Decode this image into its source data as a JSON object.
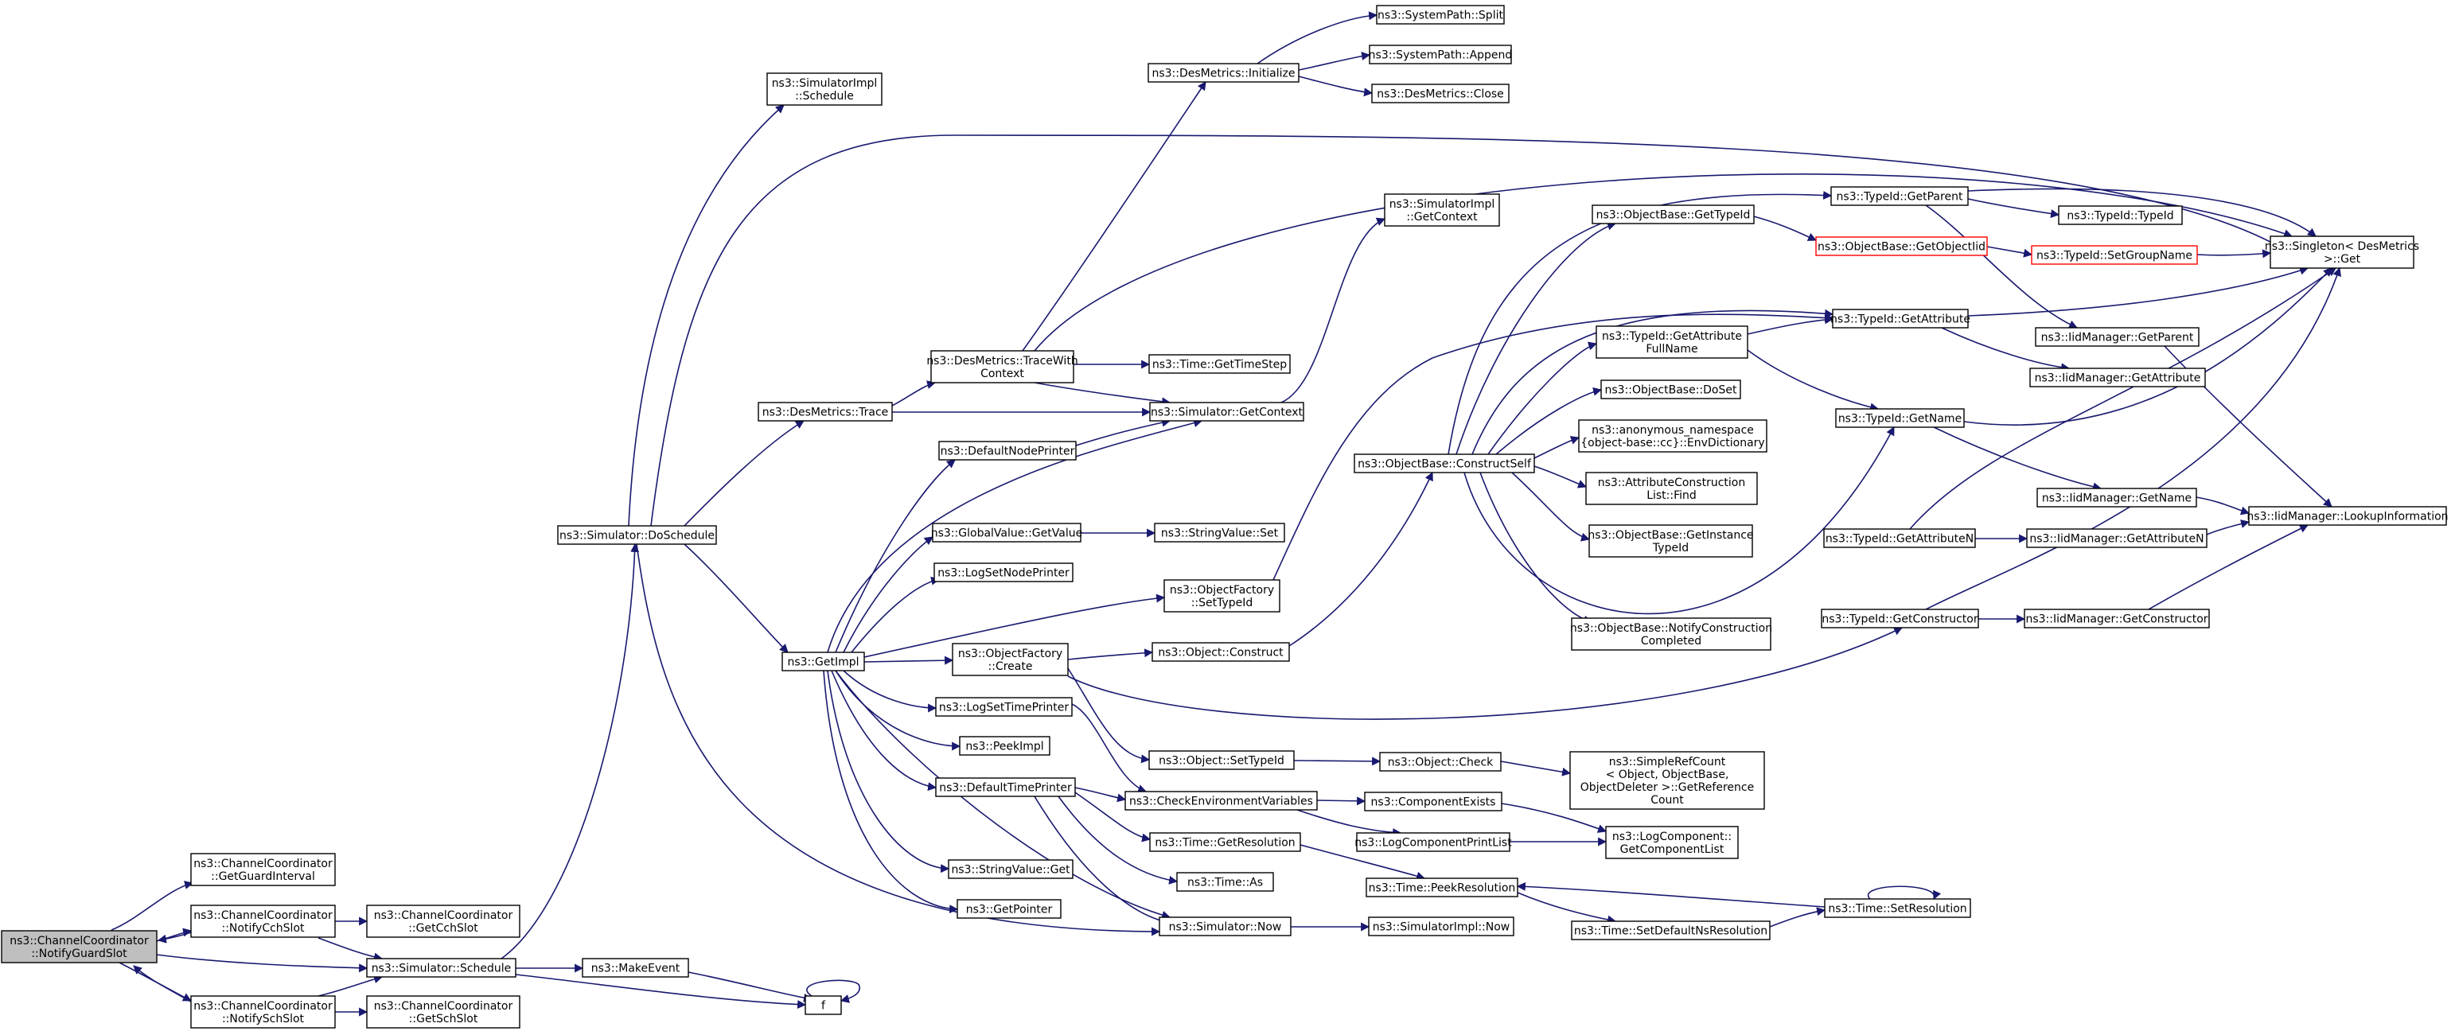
{
  "graph": {
    "title": "",
    "nodes": [
      {
        "id": "notifyGuardSlot",
        "lines": [
          "ns3::ChannelCoordinator",
          "::NotifyGuardSlot"
        ],
        "root": true
      },
      {
        "id": "getGuardInterval",
        "lines": [
          "ns3::ChannelCoordinator",
          "::GetGuardInterval"
        ]
      },
      {
        "id": "notifyCchSlot",
        "lines": [
          "ns3::ChannelCoordinator",
          "::NotifyCchSlot"
        ]
      },
      {
        "id": "getCchSlot",
        "lines": [
          "ns3::ChannelCoordinator",
          "::GetCchSlot"
        ]
      },
      {
        "id": "notifySchSlot",
        "lines": [
          "ns3::ChannelCoordinator",
          "::NotifySchSlot"
        ]
      },
      {
        "id": "getSchSlot",
        "lines": [
          "ns3::ChannelCoordinator",
          "::GetSchSlot"
        ]
      },
      {
        "id": "simSchedule",
        "lines": [
          "ns3::Simulator::Schedule"
        ]
      },
      {
        "id": "makeEvent",
        "lines": [
          "ns3::MakeEvent"
        ]
      },
      {
        "id": "f",
        "lines": [
          "f"
        ]
      },
      {
        "id": "simDoSchedule",
        "lines": [
          "ns3::Simulator::DoSchedule"
        ]
      },
      {
        "id": "simImplSchedule",
        "lines": [
          "ns3::SimulatorImpl",
          "::Schedule"
        ]
      },
      {
        "id": "desTrace",
        "lines": [
          "ns3::DesMetrics::Trace"
        ]
      },
      {
        "id": "getImpl",
        "lines": [
          "ns3::GetImpl"
        ]
      },
      {
        "id": "desInitialize",
        "lines": [
          "ns3::DesMetrics::Initialize"
        ]
      },
      {
        "id": "sysSplit",
        "lines": [
          "ns3::SystemPath::Split"
        ]
      },
      {
        "id": "sysAppend",
        "lines": [
          "ns3::SystemPath::Append"
        ]
      },
      {
        "id": "desClose",
        "lines": [
          "ns3::DesMetrics::Close"
        ]
      },
      {
        "id": "desTraceWithContext",
        "lines": [
          "ns3::DesMetrics::TraceWith",
          "Context"
        ]
      },
      {
        "id": "timeGetTimeStep",
        "lines": [
          "ns3::Time::GetTimeStep"
        ]
      },
      {
        "id": "simGetContext",
        "lines": [
          "ns3::Simulator::GetContext"
        ]
      },
      {
        "id": "simImplGetContext",
        "lines": [
          "ns3::SimulatorImpl",
          "::GetContext"
        ]
      },
      {
        "id": "defaultNodePrinter",
        "lines": [
          "ns3::DefaultNodePrinter"
        ]
      },
      {
        "id": "globalValueGetValue",
        "lines": [
          "ns3::GlobalValue::GetValue"
        ]
      },
      {
        "id": "stringValueSet",
        "lines": [
          "ns3::StringValue::Set"
        ]
      },
      {
        "id": "logSetNodePrinter",
        "lines": [
          "ns3::LogSetNodePrinter"
        ]
      },
      {
        "id": "objFactorySetTypeId",
        "lines": [
          "ns3::ObjectFactory",
          "::SetTypeId"
        ]
      },
      {
        "id": "objFactoryCreate",
        "lines": [
          "ns3::ObjectFactory",
          "::Create"
        ]
      },
      {
        "id": "objectConstruct",
        "lines": [
          "ns3::Object::Construct"
        ]
      },
      {
        "id": "logSetTimePrinter",
        "lines": [
          "ns3::LogSetTimePrinter"
        ]
      },
      {
        "id": "peekImpl",
        "lines": [
          "ns3::PeekImpl"
        ]
      },
      {
        "id": "objectSetTypeId",
        "lines": [
          "ns3::Object::SetTypeId"
        ]
      },
      {
        "id": "objectCheck",
        "lines": [
          "ns3::Object::Check"
        ]
      },
      {
        "id": "simpleRefCount",
        "lines": [
          "ns3::SimpleRefCount",
          "< Object, ObjectBase,",
          "ObjectDeleter >::GetReference",
          "Count"
        ]
      },
      {
        "id": "defaultTimePrinter",
        "lines": [
          "ns3::DefaultTimePrinter"
        ]
      },
      {
        "id": "checkEnvVars",
        "lines": [
          "ns3::CheckEnvironmentVariables"
        ]
      },
      {
        "id": "componentExists",
        "lines": [
          "ns3::ComponentExists"
        ]
      },
      {
        "id": "logComponentPrintList",
        "lines": [
          "ns3::LogComponentPrintList"
        ]
      },
      {
        "id": "logCompGetList",
        "lines": [
          "ns3::LogComponent::",
          "GetComponentList"
        ]
      },
      {
        "id": "timeGetResolution",
        "lines": [
          "ns3::Time::GetResolution"
        ]
      },
      {
        "id": "timeAs",
        "lines": [
          "ns3::Time::As"
        ]
      },
      {
        "id": "stringValueGet",
        "lines": [
          "ns3::StringValue::Get"
        ]
      },
      {
        "id": "getPointer",
        "lines": [
          "ns3::GetPointer"
        ]
      },
      {
        "id": "simNow",
        "lines": [
          "ns3::Simulator::Now"
        ]
      },
      {
        "id": "simImplNow",
        "lines": [
          "ns3::SimulatorImpl::Now"
        ]
      },
      {
        "id": "timePeekResolution",
        "lines": [
          "ns3::Time::PeekResolution"
        ]
      },
      {
        "id": "timeSetDefaultNs",
        "lines": [
          "ns3::Time::SetDefaultNsResolution"
        ]
      },
      {
        "id": "timeSetResolution",
        "lines": [
          "ns3::Time::SetResolution"
        ]
      },
      {
        "id": "objBaseConstructSelf",
        "lines": [
          "ns3::ObjectBase::ConstructSelf"
        ]
      },
      {
        "id": "objBaseGetTypeId",
        "lines": [
          "ns3::ObjectBase::GetTypeId"
        ]
      },
      {
        "id": "objBaseGetObjectIid",
        "lines": [
          "ns3::ObjectBase::GetObjectIid"
        ],
        "red": true
      },
      {
        "id": "typeIdGetAttrFullName",
        "lines": [
          "ns3::TypeId::GetAttribute",
          "FullName"
        ]
      },
      {
        "id": "objBaseDoSet",
        "lines": [
          "ns3::ObjectBase::DoSet"
        ]
      },
      {
        "id": "envDictionary",
        "lines": [
          "ns3::anonymous_namespace",
          "{object-base::cc}::EnvDictionary"
        ]
      },
      {
        "id": "attrConstructionFind",
        "lines": [
          "ns3::AttributeConstruction",
          "List::Find"
        ]
      },
      {
        "id": "objBaseGetInstanceTypeId",
        "lines": [
          "ns3::ObjectBase::GetInstance",
          "TypeId"
        ]
      },
      {
        "id": "objBaseNotifyConstruction",
        "lines": [
          "ns3::ObjectBase::NotifyConstruction",
          "Completed"
        ]
      },
      {
        "id": "typeIdGetParent",
        "lines": [
          "ns3::TypeId::GetParent"
        ]
      },
      {
        "id": "typeIdTypeId",
        "lines": [
          "ns3::TypeId::TypeId"
        ]
      },
      {
        "id": "typeIdSetGroupName",
        "lines": [
          "ns3::TypeId::SetGroupName"
        ],
        "red": true
      },
      {
        "id": "typeIdGetAttribute",
        "lines": [
          "ns3::TypeId::GetAttribute"
        ]
      },
      {
        "id": "iidGetParent",
        "lines": [
          "ns3::IidManager::GetParent"
        ]
      },
      {
        "id": "iidGetAttribute",
        "lines": [
          "ns3::IidManager::GetAttribute"
        ]
      },
      {
        "id": "typeIdGetName",
        "lines": [
          "ns3::TypeId::GetName"
        ]
      },
      {
        "id": "iidGetName",
        "lines": [
          "ns3::IidManager::GetName"
        ]
      },
      {
        "id": "typeIdGetAttributeN",
        "lines": [
          "ns3::TypeId::GetAttributeN"
        ]
      },
      {
        "id": "iidGetAttributeN",
        "lines": [
          "ns3::IidManager::GetAttributeN"
        ]
      },
      {
        "id": "typeIdGetConstructor",
        "lines": [
          "ns3::TypeId::GetConstructor"
        ]
      },
      {
        "id": "iidGetConstructor",
        "lines": [
          "ns3::IidManager::GetConstructor"
        ]
      },
      {
        "id": "singletonGet",
        "lines": [
          "ns3::Singleton< DesMetrics",
          " >::Get"
        ]
      },
      {
        "id": "iidLookupInformation",
        "lines": [
          "ns3::IidManager::LookupInformation"
        ]
      }
    ]
  }
}
